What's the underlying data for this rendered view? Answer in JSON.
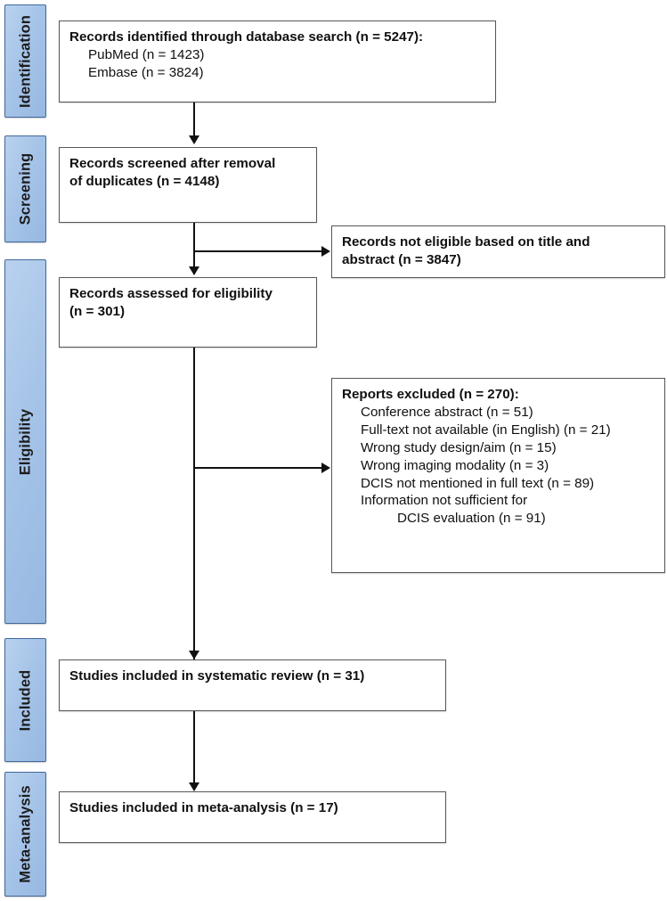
{
  "diagram": {
    "title": "PRISMA study selection flow diagram",
    "accent_band_color": "#a6c4e8",
    "band_border_color": "#41699b",
    "box_border_color": "#575757",
    "connector_color": "#111111"
  },
  "stages": [
    {
      "id": "identification",
      "label": "Identification"
    },
    {
      "id": "screening",
      "label": "Screening"
    },
    {
      "id": "eligibility",
      "label": "Eligibility"
    },
    {
      "id": "included",
      "label": "Included"
    },
    {
      "id": "meta_analysis",
      "label": "Meta-analysis"
    }
  ],
  "boxes": {
    "identified": {
      "lines": [
        {
          "text": "Records identified through database search (n = 5247):",
          "bold": true,
          "indent": 0
        },
        {
          "text": "PubMed (n = 1423)",
          "bold": false,
          "indent": 1
        },
        {
          "text": "Embase (n = 3824)",
          "bold": false,
          "indent": 1
        }
      ]
    },
    "screened": {
      "lines": [
        {
          "text": "Records screened after removal",
          "bold": true,
          "indent": 0
        },
        {
          "text": "of duplicates (n = 4148)",
          "bold": true,
          "indent": 0
        }
      ]
    },
    "not_eligible": {
      "lines": [
        {
          "text": "Records not eligible based on title and",
          "bold": true,
          "indent": 0
        },
        {
          "text": "abstract (n = 3847)",
          "bold": true,
          "indent": 0
        }
      ]
    },
    "assessed": {
      "lines": [
        {
          "text": "Records assessed for eligibility",
          "bold": true,
          "indent": 0
        },
        {
          "text": "(n = 301)",
          "bold": true,
          "indent": 0
        }
      ]
    },
    "excluded": {
      "lines": [
        {
          "text": "Reports excluded (n = 270):",
          "bold": true,
          "indent": 0
        },
        {
          "text": "Conference abstract (n = 51)",
          "bold": false,
          "indent": 1
        },
        {
          "text": "Full-text not available (in English) (n = 21)",
          "bold": false,
          "indent": 1
        },
        {
          "text": "Wrong study design/aim (n = 15)",
          "bold": false,
          "indent": 1
        },
        {
          "text": "Wrong imaging modality (n = 3)",
          "bold": false,
          "indent": 1
        },
        {
          "text": "DCIS not mentioned in full text (n = 89)",
          "bold": false,
          "indent": 1
        },
        {
          "text": "Information not sufficient for",
          "bold": false,
          "indent": 1
        },
        {
          "text": "DCIS evaluation (n = 91)",
          "bold": false,
          "indent": 2
        }
      ]
    },
    "systematic_review": {
      "lines": [
        {
          "text": "Studies included in systematic review (n = 31)",
          "bold": true,
          "indent": 0
        }
      ]
    },
    "meta_analysis": {
      "lines": [
        {
          "text": "Studies included in meta-analysis (n = 17)",
          "bold": true,
          "indent": 0
        }
      ]
    }
  },
  "counts": {
    "identified_total": 5247,
    "pubmed": 1423,
    "embase": 3824,
    "screened": 4148,
    "not_eligible_title_abstract": 3847,
    "assessed_for_eligibility": 301,
    "reports_excluded_total": 270,
    "excluded_conference_abstract": 51,
    "excluded_fulltext_unavailable": 21,
    "excluded_wrong_design": 15,
    "excluded_wrong_modality": 3,
    "excluded_dcis_not_mentioned": 89,
    "excluded_info_insufficient": 91,
    "included_systematic_review": 31,
    "included_meta_analysis": 17
  }
}
